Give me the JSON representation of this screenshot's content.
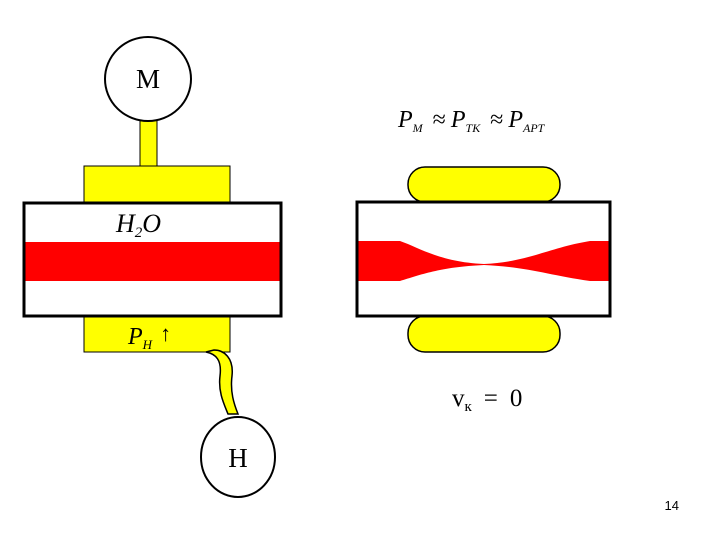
{
  "gauge_top": {
    "label": "М"
  },
  "gauge_bottom": {
    "label": "Н"
  },
  "left_cuff": {
    "top_label_main": "H",
    "top_label_sub": "2",
    "top_label_tail": "O",
    "bottom_label_main": "P",
    "bottom_label_sub": "Н",
    "bottom_label_arrow": "↑"
  },
  "formula_pressure": {
    "p1": "P",
    "s1": "М",
    "op1": "≈",
    "p2": "P",
    "s2": "ТК",
    "op2": "≈",
    "p3": "P",
    "s3": "АРТ"
  },
  "formula_velocity": {
    "v": "v",
    "sub": "к",
    "eq": "=",
    "zero": "0"
  },
  "page_number": "14",
  "colors": {
    "yellow": "#ffff00",
    "red": "#ff0000",
    "outline": "#000000",
    "background": "#ffffff"
  }
}
